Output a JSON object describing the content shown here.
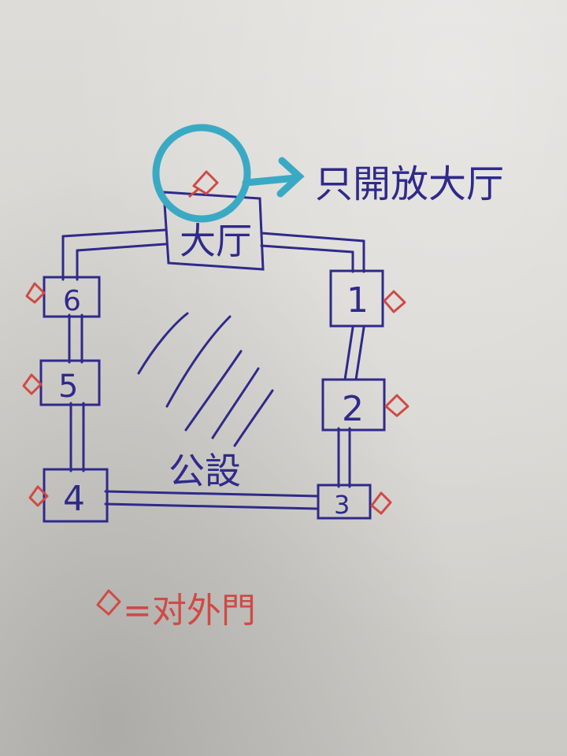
{
  "hall": {
    "label": "大厅"
  },
  "rooms": [
    {
      "id": "room-1",
      "label": "1"
    },
    {
      "id": "room-2",
      "label": "2"
    },
    {
      "id": "room-3",
      "label": "3"
    },
    {
      "id": "room-4",
      "label": "4"
    },
    {
      "id": "room-5",
      "label": "5"
    },
    {
      "id": "room-6",
      "label": "6"
    }
  ],
  "center": {
    "label": "公設"
  },
  "annotations": {
    "hall_note": "只開放大厅",
    "legend_text": "=对外門"
  },
  "colors": {
    "ink": "#2f2a8a",
    "door_red": "#d04a45",
    "highlight_cyan": "#3aaac4",
    "paper": "#d9d7d3"
  }
}
